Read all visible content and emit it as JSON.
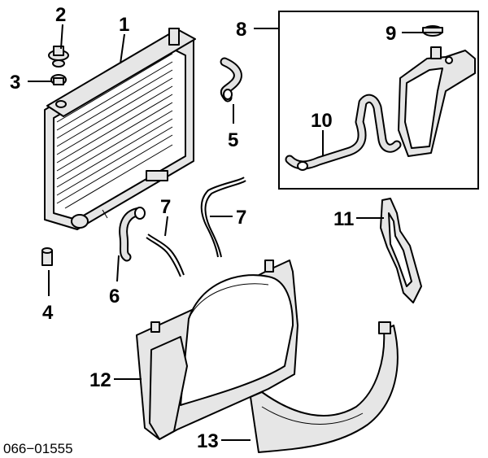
{
  "diagram": {
    "code": "066−01555",
    "callouts": {
      "c1": "1",
      "c2": "2",
      "c3": "3",
      "c4": "4",
      "c5": "5",
      "c6": "6",
      "c7a": "7",
      "c7b": "7",
      "c8": "8",
      "c9": "9",
      "c10": "10",
      "c11": "11",
      "c12": "12",
      "c13": "13"
    }
  }
}
